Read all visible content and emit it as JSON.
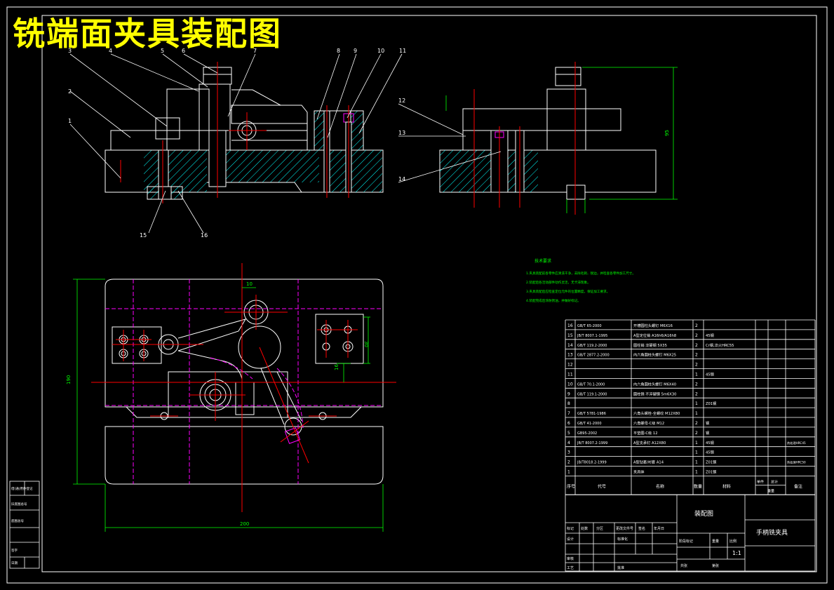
{
  "title": "铣端面夹具装配图",
  "balloons": [
    "1",
    "2",
    "3",
    "4",
    "5",
    "6",
    "7",
    "8",
    "9",
    "10",
    "11",
    "12",
    "13",
    "14",
    "15",
    "16"
  ],
  "dims": {
    "d10": "10",
    "d30": "30",
    "d16": "16",
    "d190": "190",
    "d200": "200",
    "d95": "95"
  },
  "notes": {
    "heading": "技术要求",
    "items": [
      "1.夹具装配前各零件应清洗干净，去除毛刺、锐边，并检查各零件加工尺寸。",
      "2.装配后各活动部件动作灵活，无卡滞现象。",
      "3.夹具装配后应检查定位元件的位置精度，保证加工要求。",
      "4.装配完成后涂防锈油，并做好标记。"
    ]
  },
  "bom": {
    "header": {
      "no": "序号",
      "code": "代号",
      "name": "名称",
      "qty": "数量",
      "material": "材料",
      "weight_single": "单件",
      "weight_total": "总计",
      "weight": "重量",
      "remark": "备注"
    },
    "rows": [
      {
        "no": "16",
        "code": "GB/T 65-2000",
        "name": "开槽圆柱头螺钉 M6X16",
        "qty": "2",
        "mat": "",
        "remark": ""
      },
      {
        "no": "15",
        "code": "JB/T 8007.1-1995",
        "name": "A型定位销 A16h6/A16h8",
        "qty": "2",
        "mat": "45钢",
        "remark": ""
      },
      {
        "no": "14",
        "code": "GB/T 119.2-2000",
        "name": "圆柱销 淬硬钢 5X35",
        "qty": "2",
        "mat": "Cr钢,淬火HRC55",
        "remark": ""
      },
      {
        "no": "13",
        "code": "GB/T 2877.2-2000",
        "name": "内六角圆柱头螺钉 M6X25",
        "qty": "2",
        "mat": "",
        "remark": ""
      },
      {
        "no": "12",
        "code": "",
        "name": "",
        "qty": "2",
        "mat": "",
        "remark": ""
      },
      {
        "no": "11",
        "code": "",
        "name": "",
        "qty": "1",
        "mat": "45钢",
        "remark": ""
      },
      {
        "no": "10",
        "code": "GB/T 70.1-2000",
        "name": "内六角圆柱头螺钉 M6X40",
        "qty": "2",
        "mat": "",
        "remark": ""
      },
      {
        "no": "9",
        "code": "GB/T 119.1-2000",
        "name": "圆柱销 不淬硬钢 5m6X30",
        "qty": "2",
        "mat": "",
        "remark": ""
      },
      {
        "no": "8",
        "code": "",
        "name": "",
        "qty": "1",
        "mat": "Z01钢",
        "remark": ""
      },
      {
        "no": "7",
        "code": "GB/T 5781-1986",
        "name": "六角头螺栓-全螺纹 M12X80",
        "qty": "1",
        "mat": "",
        "remark": ""
      },
      {
        "no": "6",
        "code": "GB/T 41-2000",
        "name": "六角螺母-C级 M12",
        "qty": "2",
        "mat": "钢",
        "remark": ""
      },
      {
        "no": "5",
        "code": "GB95-2002",
        "name": "平垫圈-C级 12",
        "qty": "2",
        "mat": "钢",
        "remark": ""
      },
      {
        "no": "4",
        "code": "JB/T 8007.2-1999",
        "name": "A型支承钉 A12X80",
        "qty": "1",
        "mat": "45钢",
        "remark": "热处理HRC45"
      },
      {
        "no": "3",
        "code": "",
        "name": "",
        "qty": "1",
        "mat": "45钢",
        "remark": ""
      },
      {
        "no": "2",
        "code": "JB/T8018.2-1999",
        "name": "A型钻套/衬套 A14",
        "qty": "1",
        "mat": "Z01钢",
        "remark": "热处理HRC50"
      },
      {
        "no": "1",
        "code": "",
        "name": "夹具体",
        "qty": "1",
        "mat": "Z01钢",
        "remark": ""
      }
    ]
  },
  "title_block": {
    "drawing_name": "装配图",
    "part_name": "手柄铣夹具",
    "scale": "1:1",
    "labels": [
      "标记",
      "处数",
      "分区",
      "更改文件号",
      "签名",
      "年月日",
      "设计",
      "标准化",
      "阶段标记",
      "重量",
      "比例",
      "审核",
      "工艺",
      "批准",
      "共张",
      "第张"
    ]
  },
  "side_stamps": [
    "借(通)用件登记",
    "旧底图总号",
    "底图总号",
    "签字",
    "日期"
  ]
}
